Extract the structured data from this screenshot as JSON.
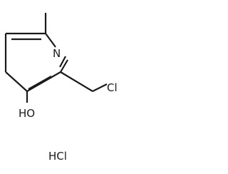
{
  "molecule": {
    "atoms": {
      "nitrogen": "N",
      "chlorine": "Cl",
      "hydroxyl": "HO"
    },
    "salt": "HCl"
  }
}
